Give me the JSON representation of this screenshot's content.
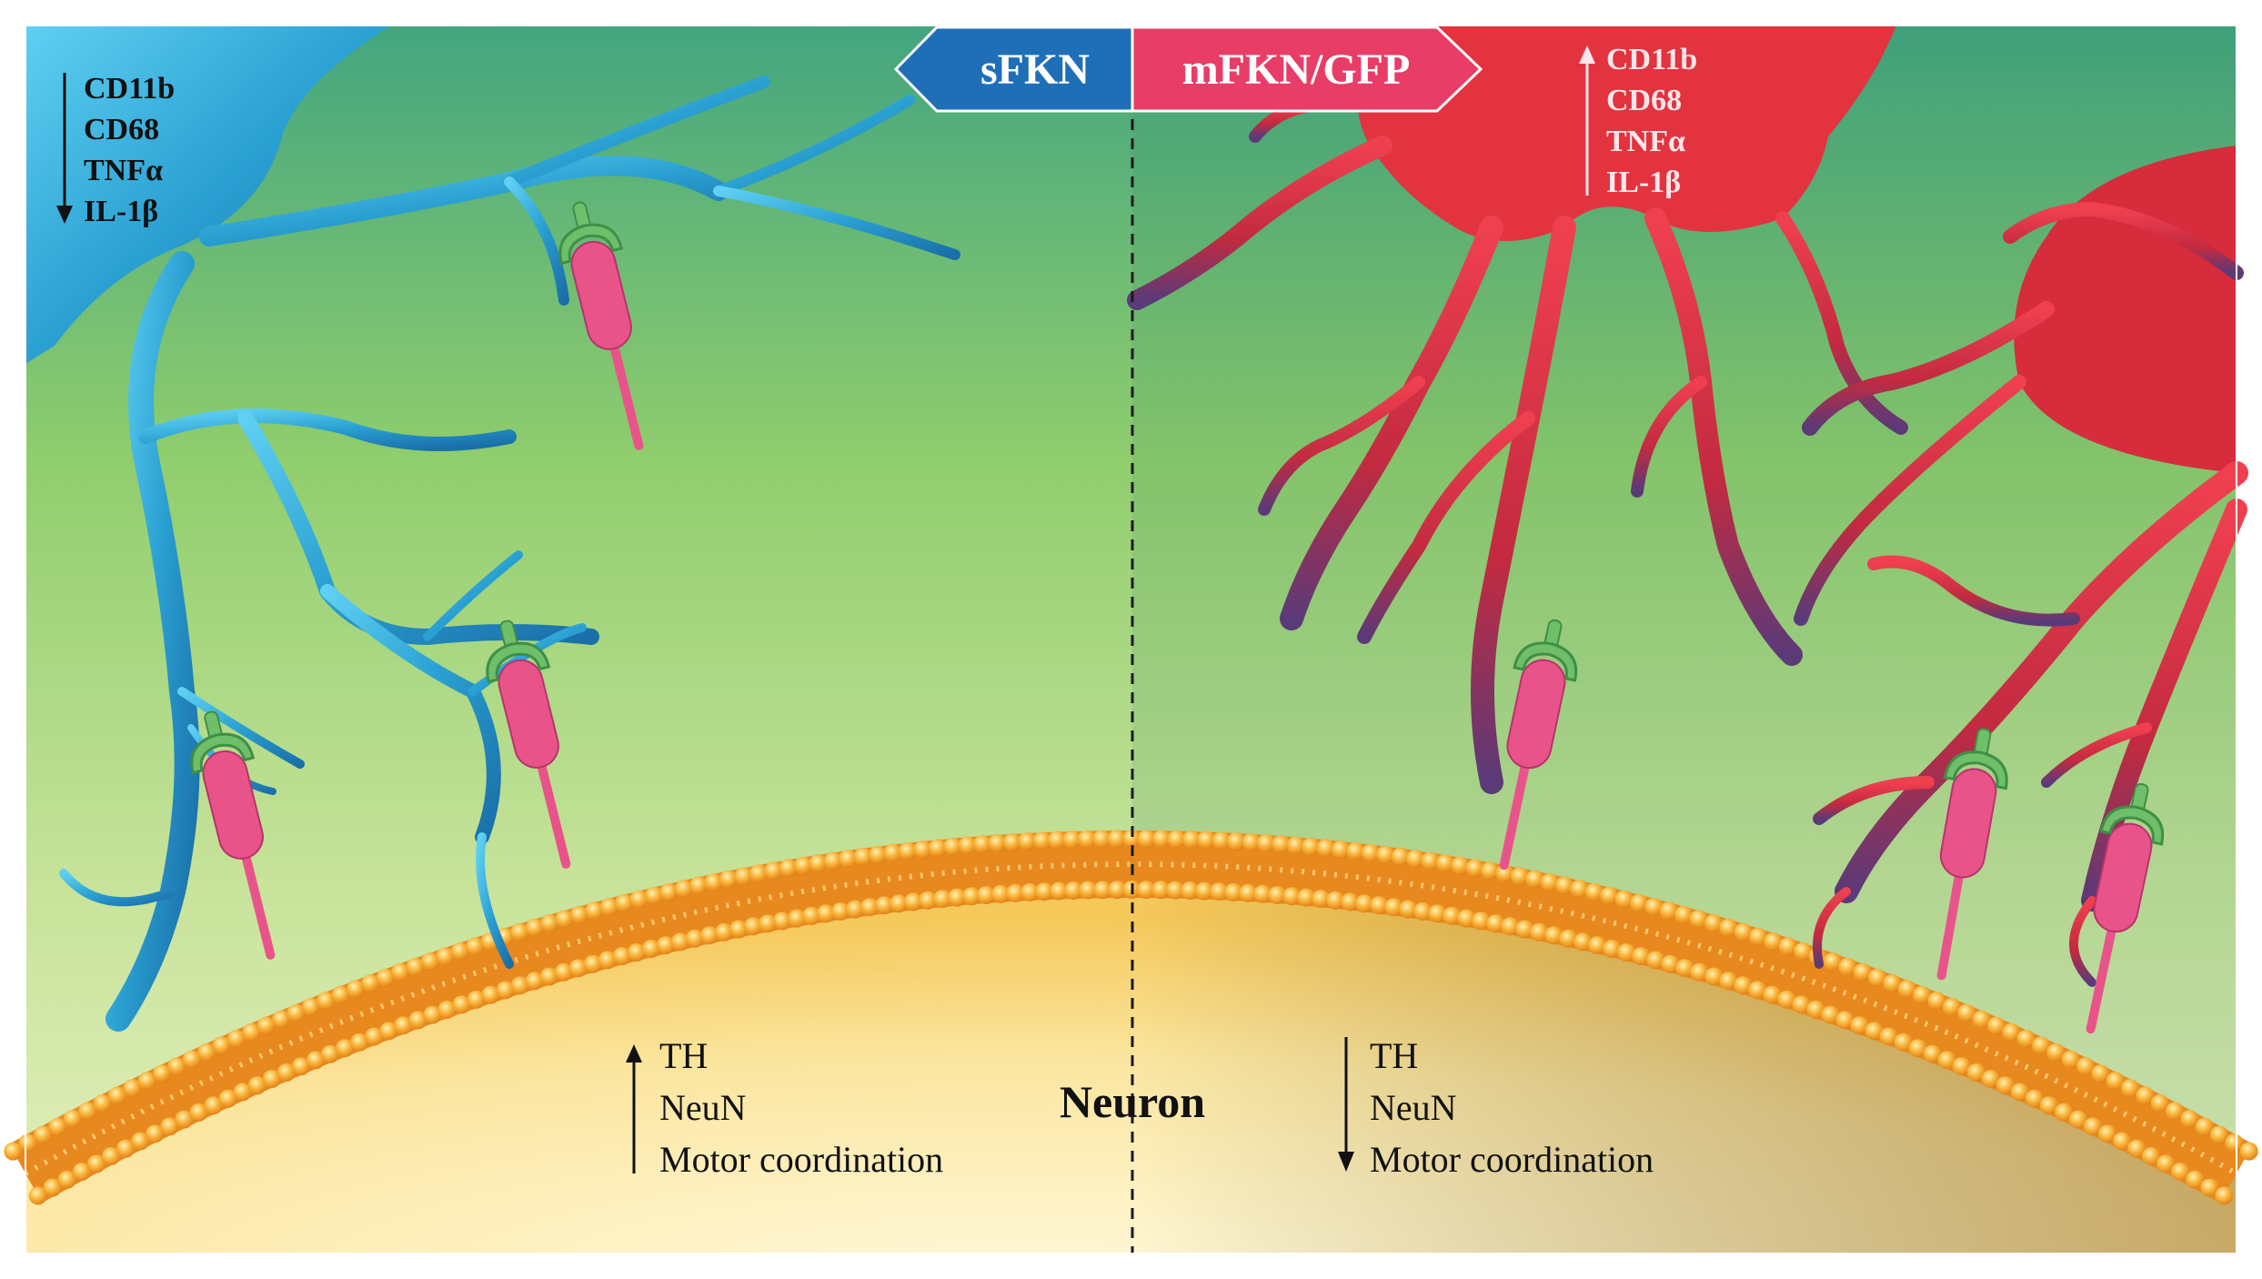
{
  "header": {
    "left_tag": "sFKN",
    "right_tag": "mFKN/GFP"
  },
  "colors": {
    "left_tag": "#1f6fb8",
    "right_tag": "#e83d67",
    "microglia_left": "#2a9fd0",
    "microglia_right": "#e0303e",
    "receptor_pink": "#e8548a",
    "receptor_green": "#6fbf6a",
    "membrane_orange": "#f39a2a",
    "neuron_fill": "#fbe9a8",
    "background_green": "#7cc36a"
  },
  "left_markers": {
    "direction": "down",
    "items": [
      "CD11b",
      "CD68",
      "TNFα",
      "IL-1β"
    ]
  },
  "right_markers": {
    "direction": "up",
    "items": [
      "CD11b",
      "CD68",
      "TNFα",
      "IL-1β"
    ]
  },
  "neuron": {
    "label": "Neuron",
    "left_outcomes": {
      "direction": "up",
      "items": [
        "TH",
        "NeuN",
        "Motor coordination"
      ]
    },
    "right_outcomes": {
      "direction": "down",
      "items": [
        "TH",
        "NeuN",
        "Motor coordination"
      ]
    }
  }
}
